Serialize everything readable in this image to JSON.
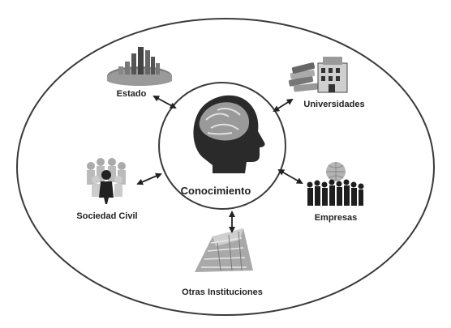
{
  "center": {
    "label": "Conocimiento"
  },
  "nodes": {
    "estado": {
      "label": "Estado"
    },
    "universidades": {
      "label": "Universidades"
    },
    "sociedad_civil": {
      "label": "Sociedad Civil"
    },
    "empresas": {
      "label": "Empresas"
    },
    "otras_instituciones": {
      "label": "Otras Instituciones"
    }
  },
  "colors": {
    "outline": "#3a3a3a",
    "text": "#222222",
    "icon_dark": "#333333",
    "icon_mid": "#8a8a8a",
    "icon_light": "#cfcfcf"
  }
}
